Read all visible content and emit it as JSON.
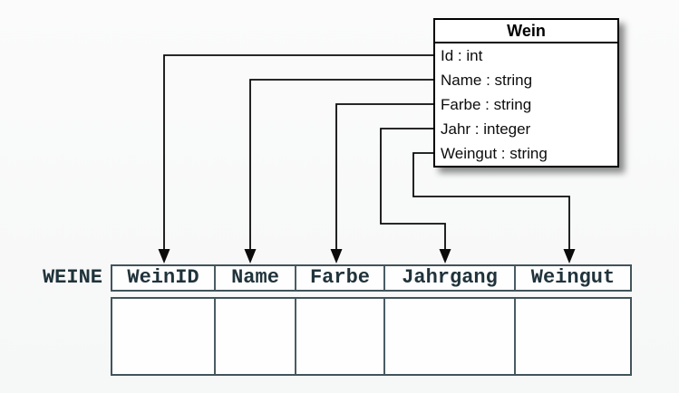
{
  "diagram": {
    "class_box": {
      "title": "Wein",
      "attributes": [
        "Id : int",
        "Name : string",
        "Farbe : string",
        "Jahr : integer",
        "Weingut : string"
      ]
    },
    "table": {
      "name": "WEINE",
      "columns": [
        "WeinID",
        "Name",
        "Farbe",
        "Jahrgang",
        "Weingut"
      ],
      "body_row_empty": true
    },
    "mappings": [
      {
        "from": "Id",
        "to": "WeinID"
      },
      {
        "from": "Name",
        "to": "Name"
      },
      {
        "from": "Farbe",
        "to": "Farbe"
      },
      {
        "from": "Jahr",
        "to": "Jahrgang"
      },
      {
        "from": "Weingut",
        "to": "Weingut"
      }
    ]
  },
  "colors": {
    "background": "#f9fafa",
    "box_fill": "#ffffff",
    "box_border": "#000000",
    "connector": "#0b0b0b",
    "table_border": "#42545b",
    "table_text": "#20333b",
    "table_fill": "#fefefe"
  }
}
